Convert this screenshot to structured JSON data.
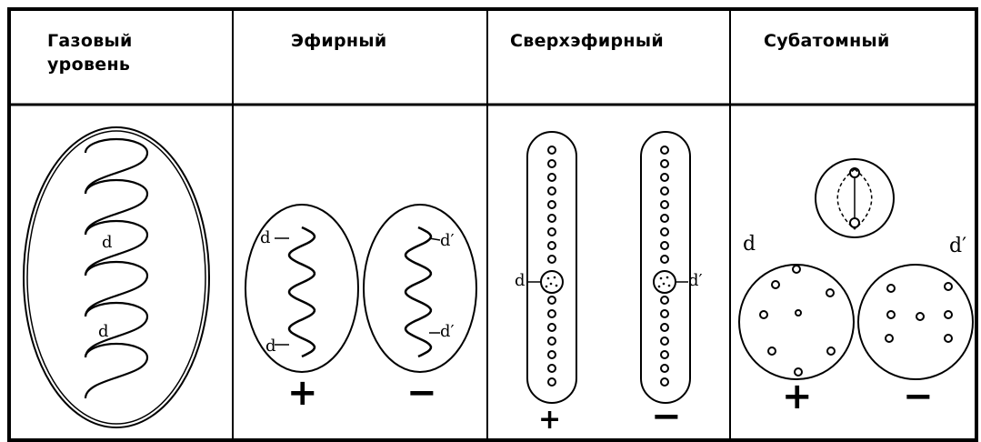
{
  "table": {
    "columns": [
      {
        "title_line1": "Газовый",
        "title_line2": "уровень"
      },
      {
        "title_line1": "Эфирный",
        "title_line2": ""
      },
      {
        "title_line1": "Сверхэфирный",
        "title_line2": ""
      },
      {
        "title_line1": "Субатомный",
        "title_line2": ""
      }
    ]
  },
  "signs": {
    "plus": "+",
    "minus": "−"
  },
  "labels": {
    "d": "d",
    "d_prime": "d′"
  }
}
